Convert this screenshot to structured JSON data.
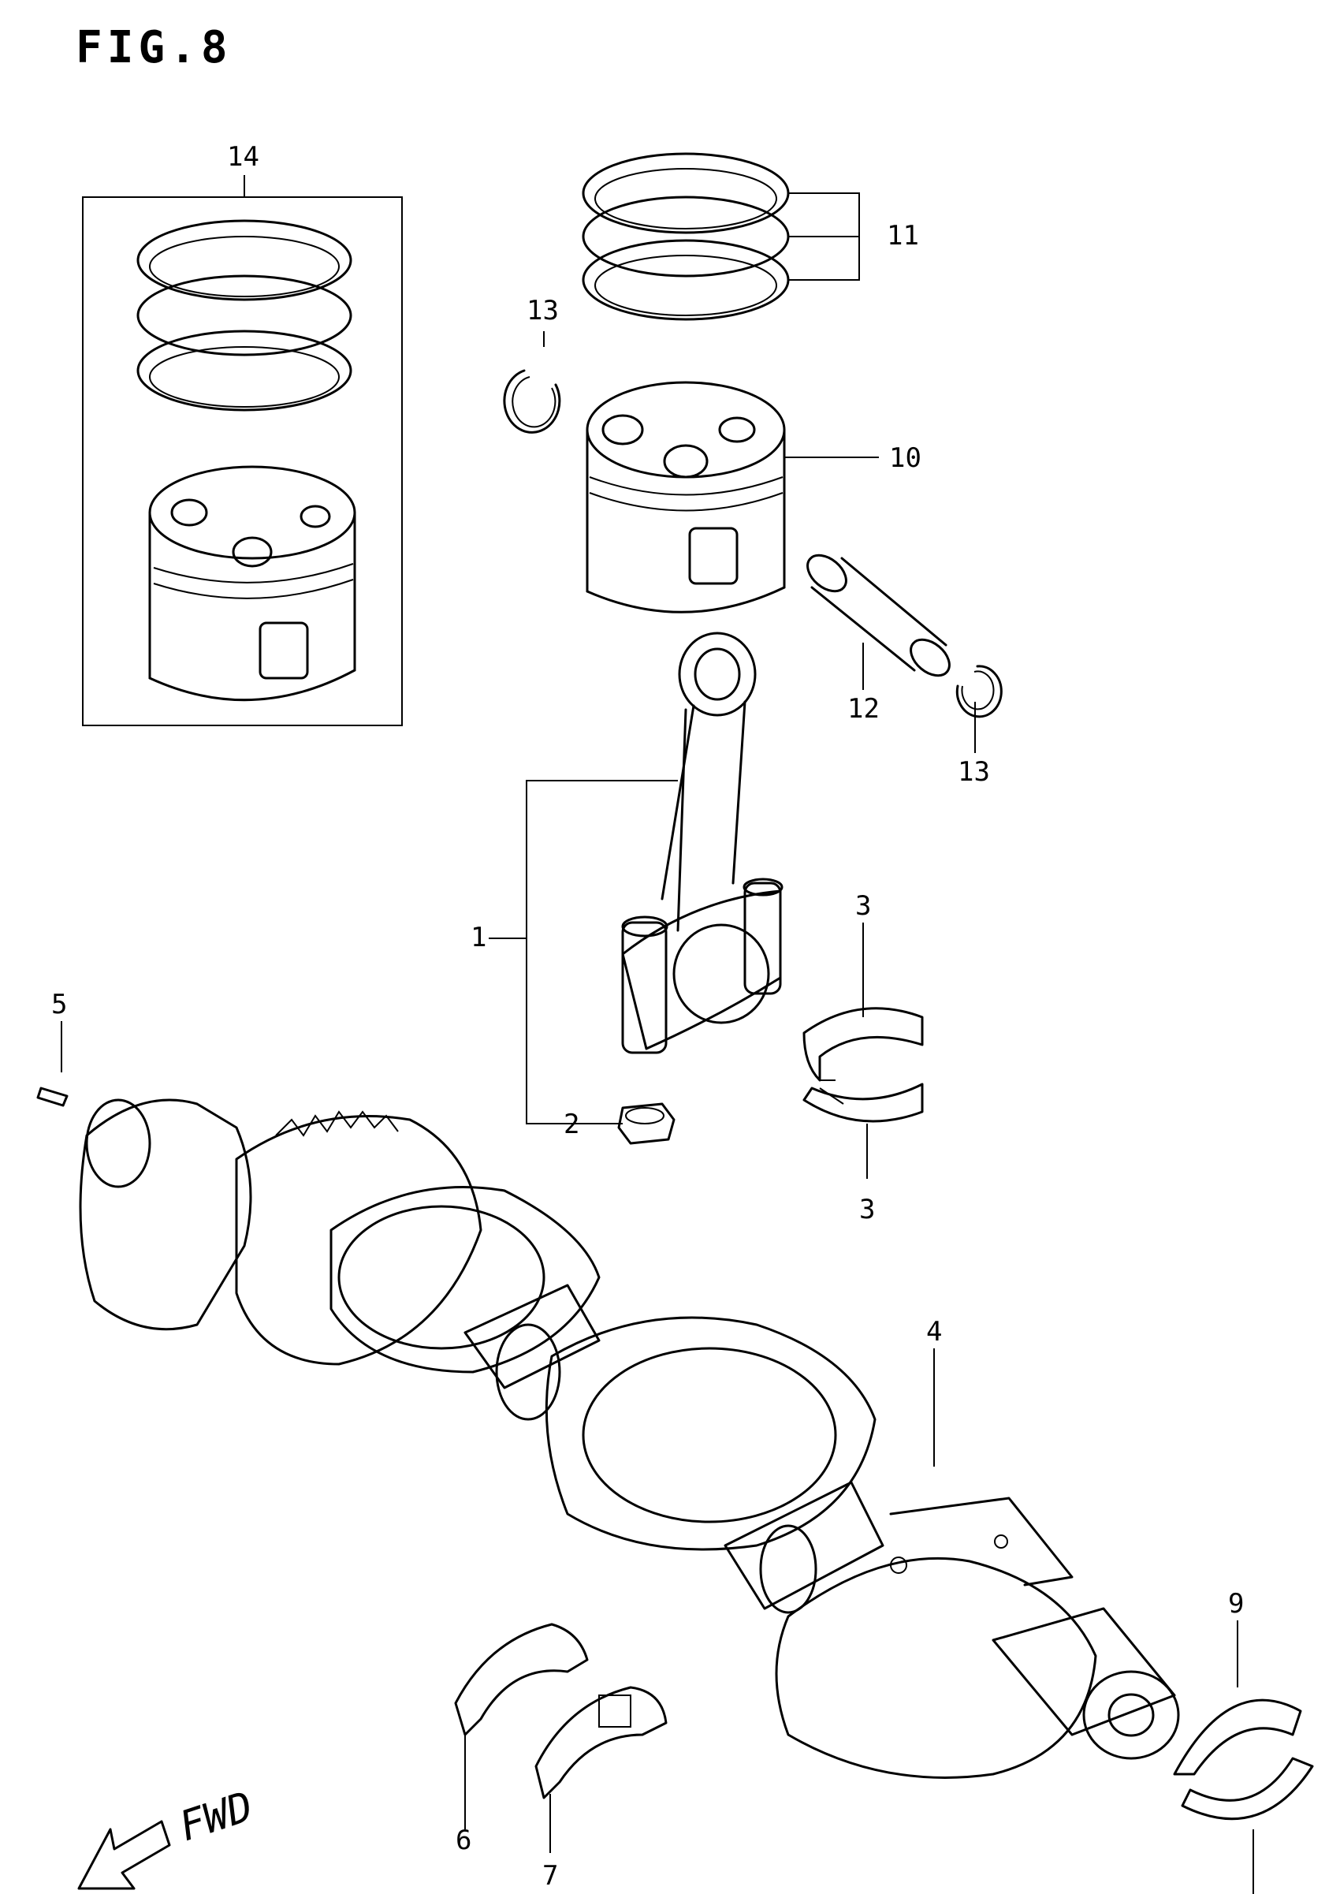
{
  "figure": {
    "title": "FIG.8",
    "direction_label": "FWD"
  },
  "callouts": {
    "c1": "1",
    "c2": "2",
    "c3a": "3",
    "c3b": "3",
    "c4": "4",
    "c5": "5",
    "c6": "6",
    "c7": "7",
    "c9": "9",
    "c10": "10",
    "c11": "11",
    "c12": "12",
    "c13a": "13",
    "c13b": "13",
    "c14": "14"
  }
}
